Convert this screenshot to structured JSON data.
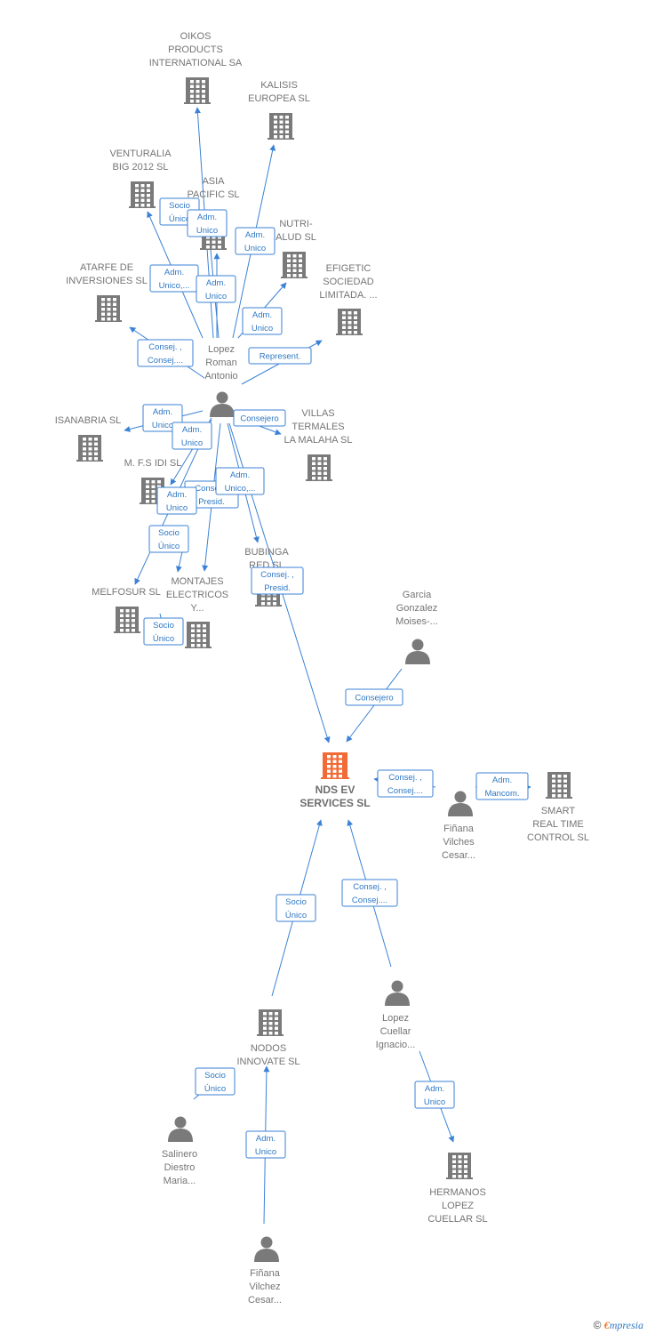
{
  "colors": {
    "edge": "#3b82d6",
    "company": "#7a7a7a",
    "main_company": "#f26a36",
    "person": "#7a7a7a",
    "label": "#757575"
  },
  "nodes": [
    {
      "id": "oikos",
      "type": "company",
      "label": [
        "OIKOS",
        "PRODUCTS",
        "INTERNATIONAL SA"
      ]
    },
    {
      "id": "kalisis",
      "type": "company",
      "label": [
        "KALISIS",
        "EUROPEA SL"
      ]
    },
    {
      "id": "venturalia",
      "type": "company",
      "label": [
        "VENTURALIA",
        "BIG 2012 SL"
      ]
    },
    {
      "id": "asia",
      "type": "company",
      "label": [
        "ASIA",
        "PACIFIC SL"
      ]
    },
    {
      "id": "nutri",
      "type": "company",
      "label": [
        "NUTRI-",
        "ALUD SL"
      ]
    },
    {
      "id": "atarfe",
      "type": "company",
      "label": [
        "ATARFE DE",
        "INVERSIONES SL"
      ]
    },
    {
      "id": "efigetic",
      "type": "company",
      "label": [
        "EFIGETIC",
        "SOCIEDAD",
        "LIMITADA. ..."
      ]
    },
    {
      "id": "lopez_roman",
      "type": "person",
      "label": [
        "Lopez",
        "Roman",
        "Antonio"
      ]
    },
    {
      "id": "isanabria",
      "type": "company",
      "label": [
        "ISANABRIA SL"
      ]
    },
    {
      "id": "villas",
      "type": "company",
      "label": [
        "VILLAS",
        "TERMALES",
        "LA MALAHA  SL"
      ]
    },
    {
      "id": "mfs",
      "type": "company",
      "label": [
        "M. F.S IDI  SL"
      ]
    },
    {
      "id": "bubinga",
      "type": "company",
      "label": [
        "BUBINGA",
        "RED  SL"
      ]
    },
    {
      "id": "melfosur",
      "type": "company",
      "label": [
        "MELFOSUR  SL"
      ]
    },
    {
      "id": "montajes",
      "type": "company",
      "label": [
        "MONTAJES",
        "ELECTRICOS",
        "Y..."
      ]
    },
    {
      "id": "garcia",
      "type": "person",
      "label": [
        "Garcia",
        "Gonzalez",
        "Moises-..."
      ]
    },
    {
      "id": "nds",
      "type": "main",
      "label": [
        "NDS EV",
        "SERVICES  SL"
      ]
    },
    {
      "id": "finana1",
      "type": "person",
      "label": [
        "Fiñana",
        "Vilches",
        "Cesar..."
      ]
    },
    {
      "id": "smart",
      "type": "company",
      "label": [
        "SMART",
        "REAL TIME",
        "CONTROL SL"
      ]
    },
    {
      "id": "nodos",
      "type": "company",
      "label": [
        "NODOS",
        "INNOVATE SL"
      ]
    },
    {
      "id": "lopez_cuellar",
      "type": "person",
      "label": [
        "Lopez",
        "Cuellar",
        "Ignacio..."
      ]
    },
    {
      "id": "salinero",
      "type": "person",
      "label": [
        "Salinero",
        "Diestro",
        "Maria..."
      ]
    },
    {
      "id": "hermanos",
      "type": "company",
      "label": [
        "HERMANOS",
        "LOPEZ",
        "CUELLAR  SL"
      ]
    },
    {
      "id": "finana2",
      "type": "person",
      "label": [
        "Fiñana",
        "Vilchez",
        "Cesar..."
      ]
    }
  ],
  "edges": [
    {
      "from": "lopez_roman",
      "to": "oikos",
      "label": [
        "Socio",
        "Único"
      ]
    },
    {
      "from": "lopez_roman",
      "to": "asia",
      "label": [
        "Adm.",
        "Unico"
      ]
    },
    {
      "from": "lopez_roman",
      "to": "kalisis",
      "label": [
        "Adm.",
        "Unico"
      ]
    },
    {
      "from": "lopez_roman",
      "to": "venturalia",
      "label": [
        "Adm.",
        "Unico,..."
      ]
    },
    {
      "from": "lopez_roman",
      "to": "asia",
      "label": [
        "Adm.",
        "Unico"
      ]
    },
    {
      "from": "lopez_roman",
      "to": "nutri",
      "label": [
        "Adm.",
        "Unico"
      ]
    },
    {
      "from": "lopez_roman",
      "to": "atarfe",
      "label": [
        "Consej. ,",
        "Consej...."
      ]
    },
    {
      "from": "lopez_roman",
      "to": "efigetic",
      "label": [
        "Represent."
      ]
    },
    {
      "from": "lopez_roman",
      "to": "isanabria",
      "label": [
        "Adm.",
        "Unico"
      ]
    },
    {
      "from": "lopez_roman",
      "to": "villas",
      "label": [
        "Consejero"
      ]
    },
    {
      "from": "lopez_roman",
      "to": "mfs",
      "label": [
        "Adm.",
        "Unico"
      ]
    },
    {
      "from": "lopez_roman",
      "to": "montajes",
      "label": [
        "Consej. ,",
        "Presid."
      ]
    },
    {
      "from": "lopez_roman",
      "to": "bubinga",
      "label": [
        "Adm.",
        "Unico,..."
      ]
    },
    {
      "from": "lopez_roman",
      "to": "melfosur",
      "label": [
        "Adm.",
        "Unico"
      ]
    },
    {
      "from": "lopez_roman",
      "to": "melfosur",
      "label": [
        "Socio",
        "Único"
      ]
    },
    {
      "from": "lopez_roman",
      "to": "montajes",
      "label": [
        "Socio",
        "Único"
      ]
    },
    {
      "from": "lopez_roman",
      "to": "nds",
      "label": [
        "Consej. ,",
        "Presid."
      ]
    },
    {
      "from": "garcia",
      "to": "nds",
      "label": [
        "Consejero"
      ]
    },
    {
      "from": "finana1",
      "to": "nds",
      "label": [
        "Consej. ,",
        "Consej...."
      ]
    },
    {
      "from": "finana1",
      "to": "smart",
      "label": [
        "Adm.",
        "Mancom."
      ]
    },
    {
      "from": "nodos",
      "to": "nds",
      "label": [
        "Socio",
        "Único"
      ]
    },
    {
      "from": "lopez_cuellar",
      "to": "nds",
      "label": [
        "Consej. ,",
        "Consej...."
      ]
    },
    {
      "from": "salinero",
      "to": "nodos",
      "label": [
        "Socio",
        "Único"
      ]
    },
    {
      "from": "lopez_cuellar",
      "to": "hermanos",
      "label": [
        "Adm.",
        "Unico"
      ]
    },
    {
      "from": "finana2",
      "to": "nodos",
      "label": [
        "Adm.",
        "Unico"
      ]
    }
  ],
  "footer": {
    "symbol": "©",
    "brand_e": "€",
    "brand_rest": "mpresia"
  }
}
